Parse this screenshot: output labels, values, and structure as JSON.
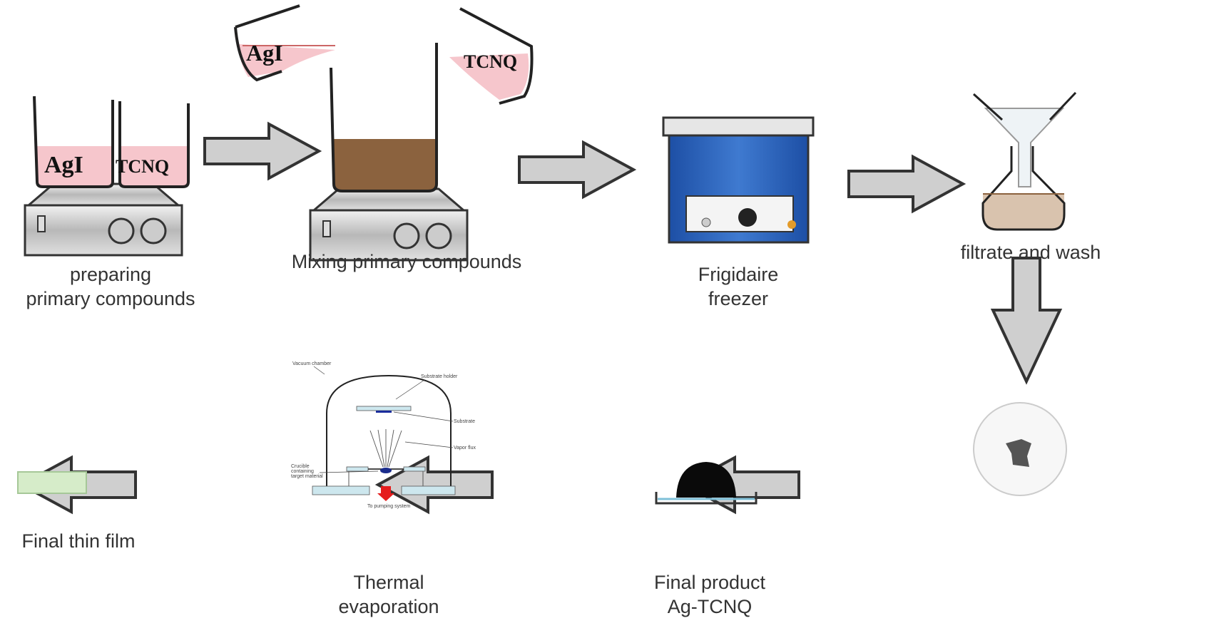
{
  "steps": [
    {
      "label_lines": [
        "preparing",
        "primary compounds"
      ]
    },
    {
      "label_lines": [
        "Mixing primary compounds"
      ]
    },
    {
      "label_lines": [
        "Frigidaire",
        "freezer"
      ]
    },
    {
      "label_lines": [
        "filtrate and wash"
      ]
    },
    {
      "label_lines": [
        "Final product",
        "Ag-TCNQ"
      ]
    },
    {
      "label_lines": [
        "Thermal",
        "evaporation"
      ]
    },
    {
      "label_lines": [
        "Final thin film"
      ]
    }
  ],
  "beakers": {
    "agi": "AgI",
    "tcnq": "TCNQ"
  },
  "evaporator_labels": {
    "chamber": "Vacuum chamber",
    "holder": "Substrate holder",
    "substrate": "Substrate",
    "flux": "Vapor flux",
    "crucible": [
      "Crucible",
      "containing",
      "target material"
    ],
    "pump": "To pumping system"
  },
  "colors": {
    "liquid_pink": "#f6c6cc",
    "mixture_brown": "#8b623e",
    "freezer_blue": "#2a5fb8",
    "arrow_fill": "#cfcfcf",
    "film_green": "#d6ecc9",
    "filtrate": "#d9c3ae"
  }
}
